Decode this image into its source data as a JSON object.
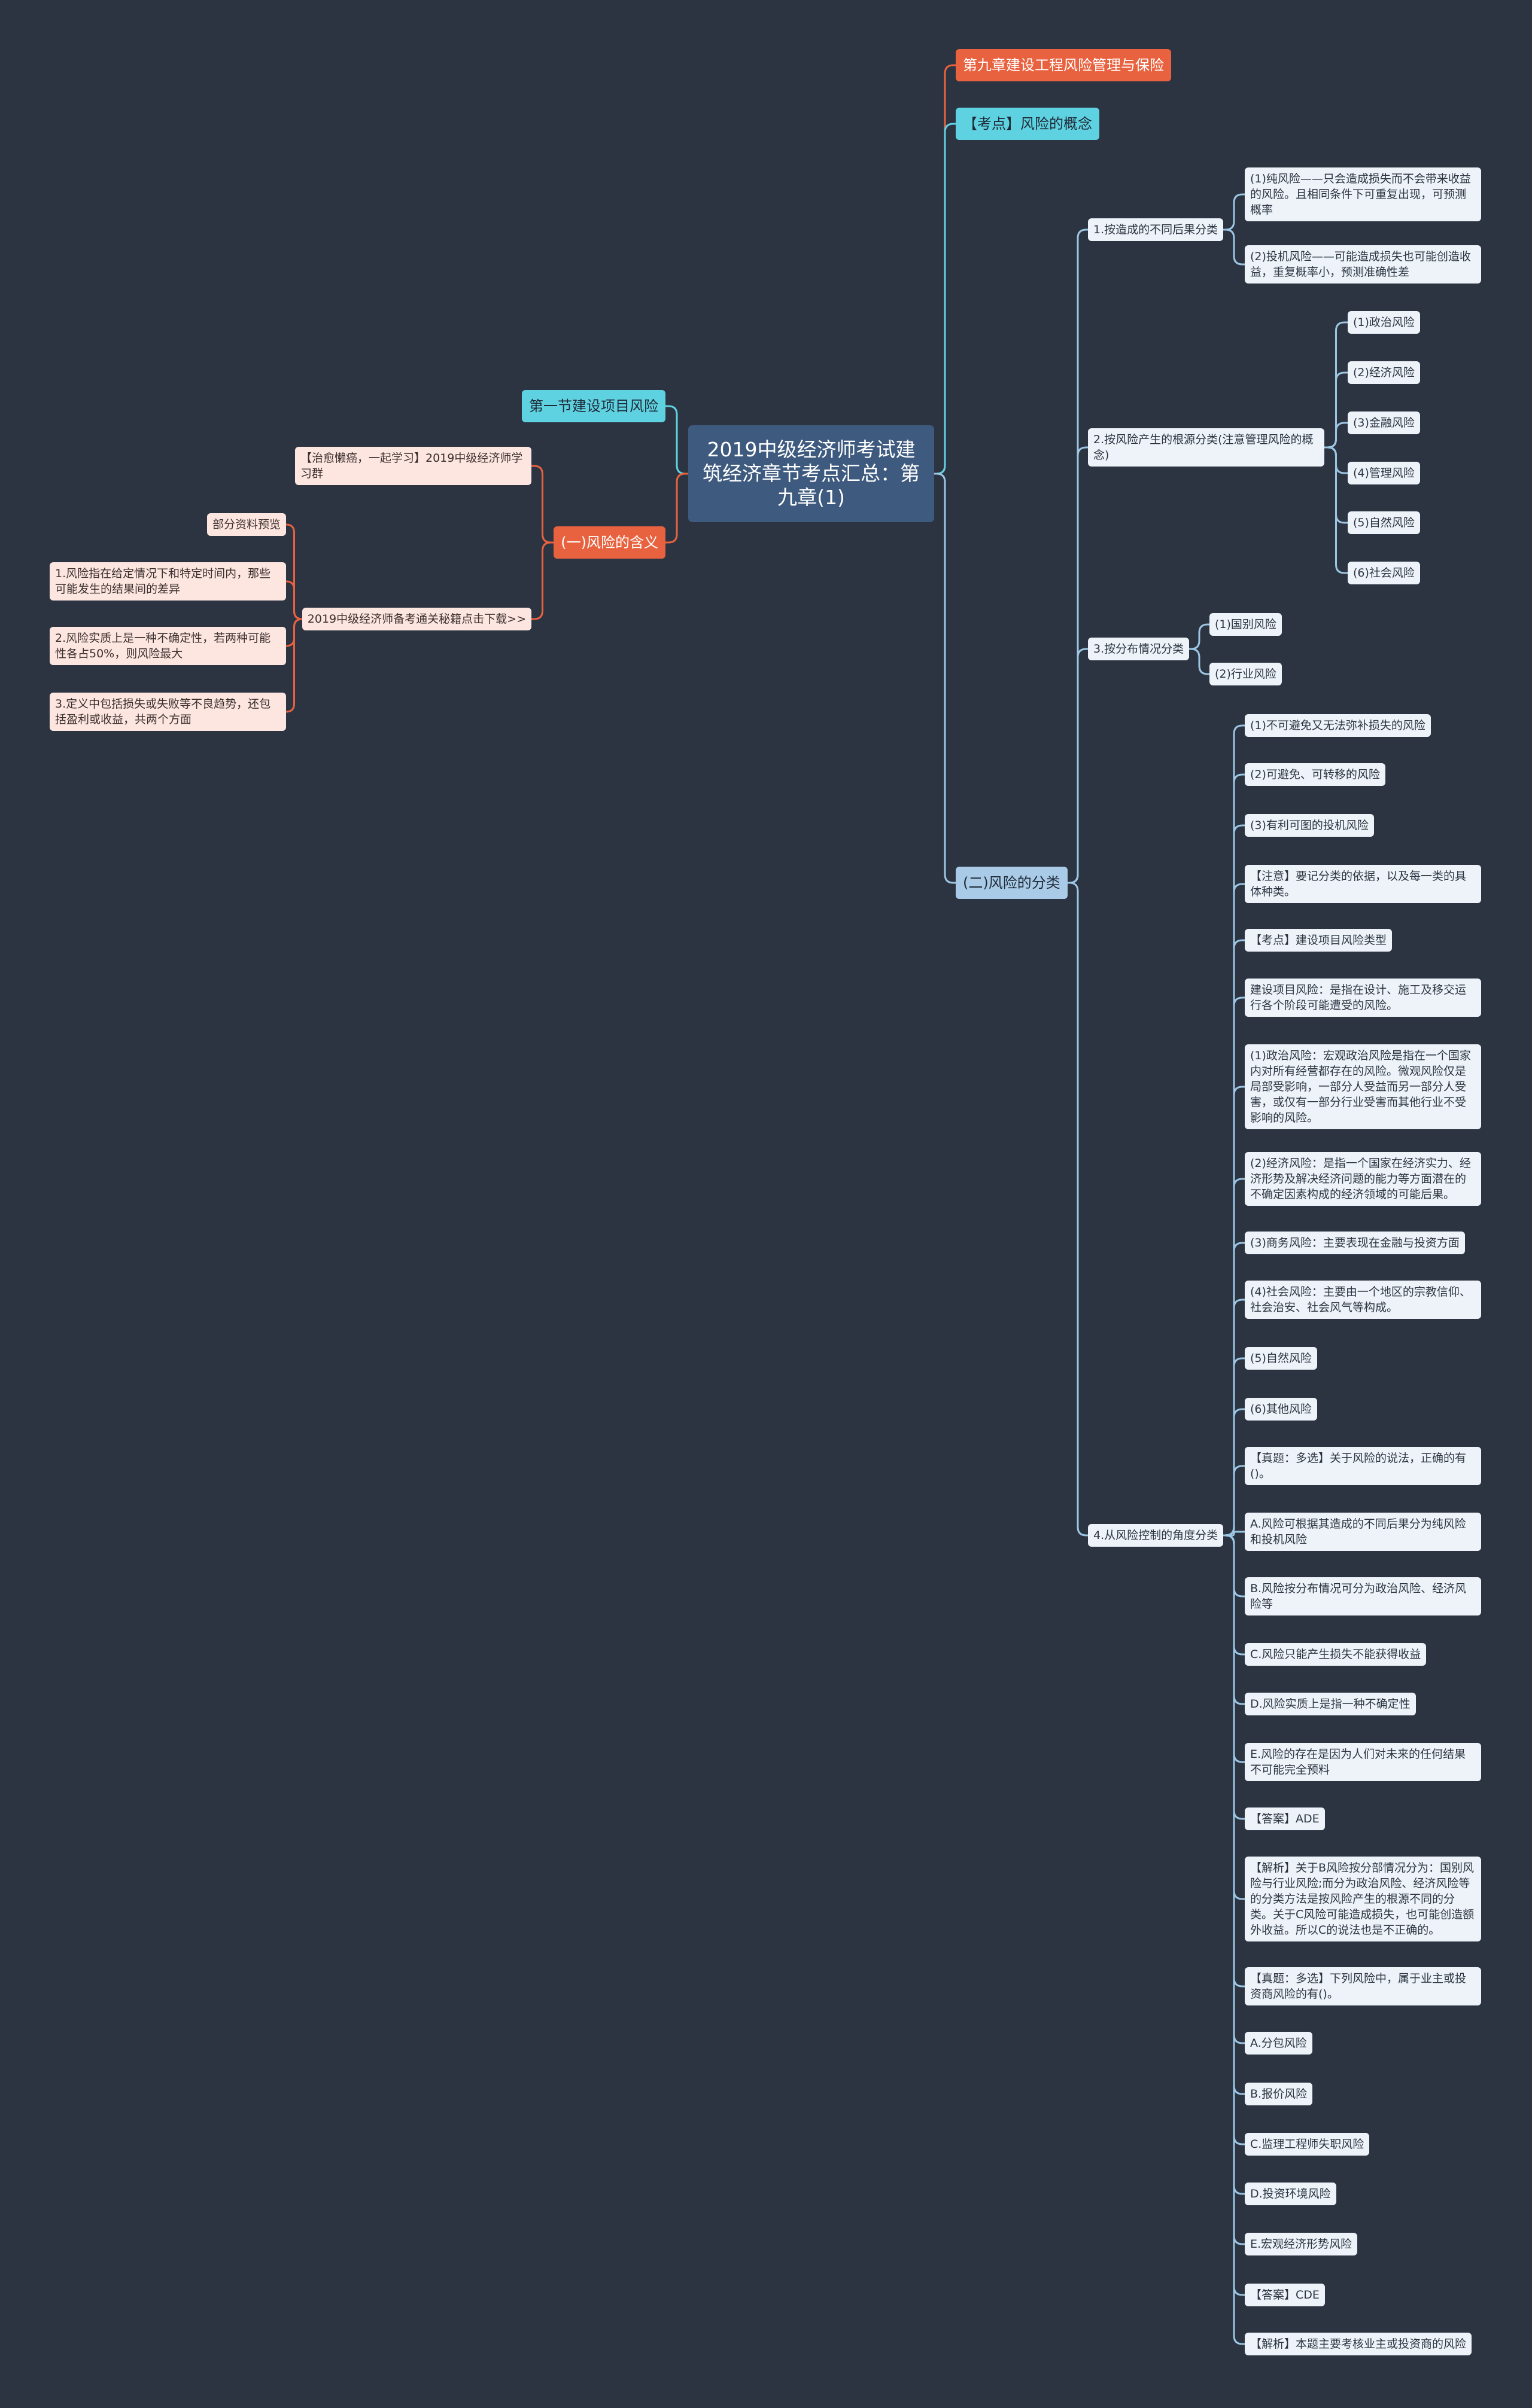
{
  "colors": {
    "background": "#2c3441",
    "nodes": {
      "center": {
        "bg": "#3e5b7f",
        "fg": "#ffffff"
      },
      "orange": {
        "bg": "#e8623f",
        "fg": "#ffffff"
      },
      "cyan": {
        "bg": "#5fd2e2",
        "fg": "#1f2a36"
      },
      "blue": {
        "bg": "#a9cbe8",
        "fg": "#1f2a36"
      },
      "leafRight": {
        "bg": "#edf3f8",
        "fg": "#2c3441"
      },
      "leafLeft": {
        "bg": "#fde5e0",
        "fg": "#3a2f2d"
      }
    },
    "lines": {
      "orange": "#e8623f",
      "cyan": "#5fd2e2",
      "blue": "#9cc6e3"
    }
  },
  "center": {
    "text": "2019中级经济师考试建筑经济章节考点汇总：第九章(1)"
  },
  "right": [
    {
      "text": "第九章建设工程风险管理与保险"
    },
    {
      "text": "【考点】风险的概念"
    },
    {
      "text": "(二)风险的分类",
      "children": [
        {
          "text": "1.按造成的不同后果分类",
          "children": [
            {
              "text": "(1)纯风险——只会造成损失而不会带来收益的风险。且相同条件下可重复出现，可预测概率"
            },
            {
              "text": "(2)投机风险——可能造成损失也可能创造收益，重复概率小，预测准确性差"
            }
          ]
        },
        {
          "text": "2.按风险产生的根源分类(注意管理风险的概念)",
          "children": [
            {
              "text": "(1)政治风险"
            },
            {
              "text": "(2)经济风险"
            },
            {
              "text": "(3)金融风险"
            },
            {
              "text": "(4)管理风险"
            },
            {
              "text": "(5)自然风险"
            },
            {
              "text": "(6)社会风险"
            }
          ]
        },
        {
          "text": "3.按分布情况分类",
          "children": [
            {
              "text": "(1)国别风险"
            },
            {
              "text": "(2)行业风险"
            }
          ]
        },
        {
          "text": "4.从风险控制的角度分类",
          "children": [
            {
              "text": "(1)不可避免又无法弥补损失的风险"
            },
            {
              "text": "(2)可避免、可转移的风险"
            },
            {
              "text": "(3)有利可图的投机风险"
            },
            {
              "text": "【注意】要记分类的依据，以及每一类的具体种类。"
            },
            {
              "text": "【考点】建设项目风险类型"
            },
            {
              "text": "建设项目风险：是指在设计、施工及移交运行各个阶段可能遭受的风险。"
            },
            {
              "text": "(1)政治风险：宏观政治风险是指在一个国家内对所有经营都存在的风险。微观风险仅是局部受影响，一部分人受益而另一部分人受害，或仅有一部分行业受害而其他行业不受影响的风险。"
            },
            {
              "text": "(2)经济风险：是指一个国家在经济实力、经济形势及解决经济问题的能力等方面潜在的不确定因素构成的经济领域的可能后果。"
            },
            {
              "text": "(3)商务风险：主要表现在金融与投资方面"
            },
            {
              "text": "(4)社会风险：主要由一个地区的宗教信仰、社会治安、社会风气等构成。"
            },
            {
              "text": "(5)自然风险"
            },
            {
              "text": "(6)其他风险"
            },
            {
              "text": "【真题：多选】关于风险的说法，正确的有()。"
            },
            {
              "text": "A.风险可根据其造成的不同后果分为纯风险和投机风险"
            },
            {
              "text": "B.风险按分布情况可分为政治风险、经济风险等"
            },
            {
              "text": "C.风险只能产生损失不能获得收益"
            },
            {
              "text": "D.风险实质上是指一种不确定性"
            },
            {
              "text": "E.风险的存在是因为人们对未来的任何结果不可能完全预料"
            },
            {
              "text": "【答案】ADE"
            },
            {
              "text": "【解析】关于B风险按分部情况分为：国别风险与行业风险;而分为政治风险、经济风险等的分类方法是按风险产生的根源不同的分类。关于C风险可能造成损失，也可能创造额外收益。所以C的说法也是不正确的。"
            },
            {
              "text": "【真题：多选】下列风险中，属于业主或投资商风险的有()。"
            },
            {
              "text": "A.分包风险"
            },
            {
              "text": "B.报价风险"
            },
            {
              "text": "C.监理工程师失职风险"
            },
            {
              "text": "D.投资环境风险"
            },
            {
              "text": "E.宏观经济形势风险"
            },
            {
              "text": "【答案】CDE"
            },
            {
              "text": "【解析】本题主要考核业主或投资商的风险"
            }
          ]
        }
      ]
    }
  ],
  "left": [
    {
      "text": "第一节建设项目风险"
    },
    {
      "text": "(一)风险的含义",
      "children": [
        {
          "text": "【治愈懒癌，一起学习】2019中级经济师学习群"
        },
        {
          "text": "2019中级经济师备考通关秘籍点击下载>>",
          "children": [
            {
              "text": "部分资料预览"
            },
            {
              "text": "1.风险指在给定情况下和特定时间内，那些可能发生的结果间的差异"
            },
            {
              "text": "2.风险实质上是一种不确定性，若两种可能性各占50%，则风险最大"
            },
            {
              "text": "3.定义中包括损失或失败等不良趋势，还包括盈利或收益，共两个方面"
            }
          ]
        }
      ]
    }
  ]
}
